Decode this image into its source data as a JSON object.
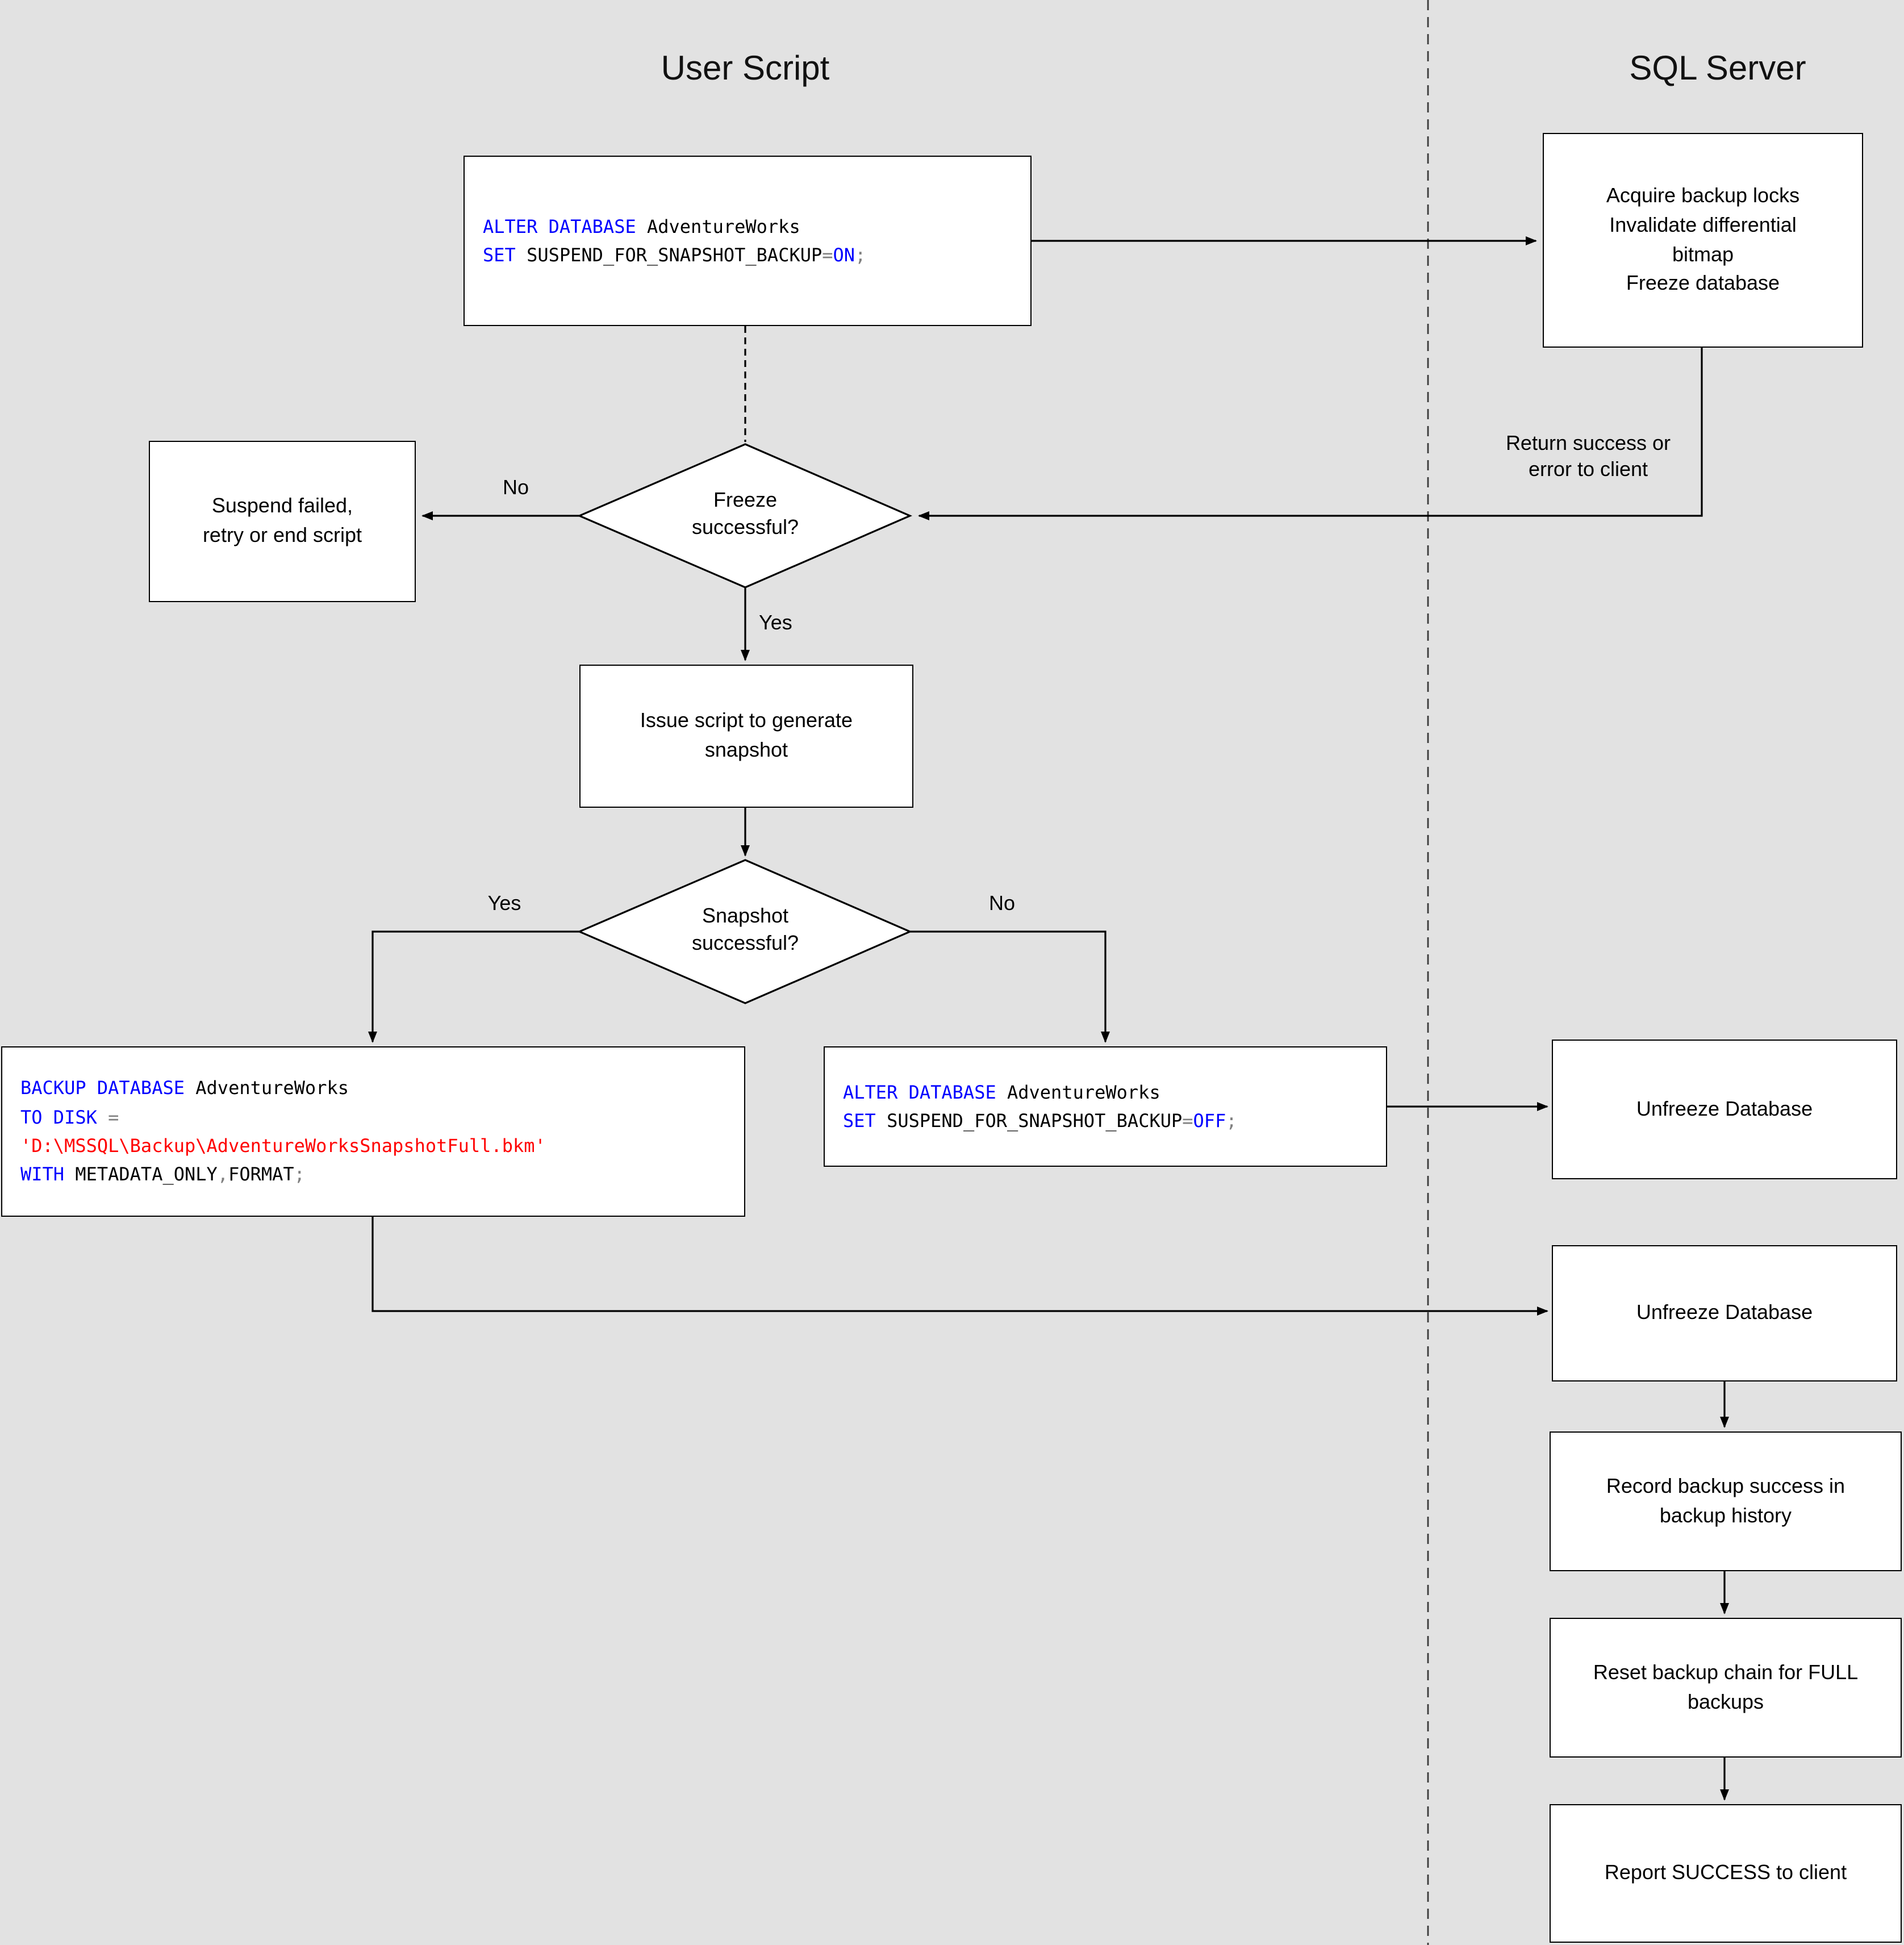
{
  "colors": {
    "background": "#e2e2e2",
    "keyword": "#0000ff",
    "identifier": "#000000",
    "operator": "#808080",
    "string": "#ff0000",
    "box_fill": "#ffffff",
    "line": "#000000"
  },
  "titles": {
    "user_script": "User Script",
    "sql_server": "SQL Server"
  },
  "edge_labels": {
    "freeze_no": "No",
    "freeze_yes": "Yes",
    "snapshot_yes": "Yes",
    "snapshot_no": "No",
    "return_status": "Return success or\nerror to client"
  },
  "nodes": {
    "acquire_locks": "Acquire backup locks\nInvalidate differential\nbitmap\nFreeze database",
    "suspend_failed": "Suspend failed,\nretry or end script",
    "freeze_decision": "Freeze\nsuccessful?",
    "issue_script": "Issue script to generate\nsnapshot",
    "snapshot_decision": "Snapshot\nsuccessful?",
    "unfreeze_database_1": "Unfreeze Database",
    "unfreeze_database_2": "Unfreeze Database",
    "record_history": "Record backup success in\nbackup history",
    "reset_chain": "Reset backup chain for FULL\nbackups",
    "report_success": "Report SUCCESS to client"
  },
  "code": {
    "suspend_on": [
      [
        {
          "c": "kw",
          "t": "ALTER DATABASE"
        },
        {
          "c": "id",
          "t": " AdventureWorks"
        }
      ],
      [
        {
          "c": "kw",
          "t": "SET"
        },
        {
          "c": "id",
          "t": " SUSPEND_FOR_SNAPSHOT_BACKUP"
        },
        {
          "c": "op",
          "t": "="
        },
        {
          "c": "kw",
          "t": "ON"
        },
        {
          "c": "op",
          "t": ";"
        }
      ]
    ],
    "backup_metadata": [
      [
        {
          "c": "kw",
          "t": "BACKUP DATABASE"
        },
        {
          "c": "id",
          "t": " AdventureWorks"
        }
      ],
      [
        {
          "c": "kw",
          "t": "TO DISK"
        },
        {
          "c": "op",
          "t": " ="
        }
      ],
      [
        {
          "c": "str",
          "t": "'D:\\MSSQL\\Backup\\AdventureWorksSnapshotFull.bkm'"
        }
      ],
      [
        {
          "c": "kw",
          "t": "WITH"
        },
        {
          "c": "id",
          "t": " METADATA_ONLY"
        },
        {
          "c": "op",
          "t": ","
        },
        {
          "c": "id",
          "t": "FORMAT"
        },
        {
          "c": "op",
          "t": ";"
        }
      ]
    ],
    "suspend_off": [
      [
        {
          "c": "kw",
          "t": "ALTER DATABASE"
        },
        {
          "c": "id",
          "t": " AdventureWorks"
        }
      ],
      [
        {
          "c": "kw",
          "t": "SET"
        },
        {
          "c": "id",
          "t": " SUSPEND_FOR_SNAPSHOT_BACKUP"
        },
        {
          "c": "op",
          "t": "="
        },
        {
          "c": "kw",
          "t": "OFF"
        },
        {
          "c": "op",
          "t": ";"
        }
      ]
    ]
  }
}
